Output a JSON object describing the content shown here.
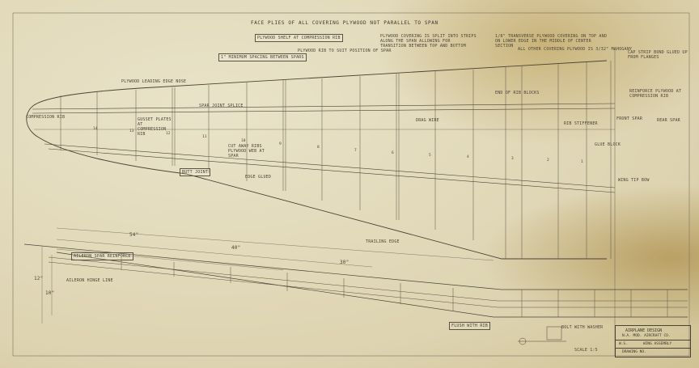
{
  "sheet_title": "FACE PLIES OF ALL COVERING PLYWOOD NOT PARALLEL TO SPAN",
  "notes": {
    "plywood_shelf": "PLYWOOD SHELF AT COMPRESSION RIB",
    "gap_note": "1\" MINIMUM SPACING BETWEEN SPARS",
    "plywood_rib": "PLYWOOD RIB TO SUIT POSITION OF SPAR",
    "covering_note": "PLYWOOD COVERING IS SPLIT INTO STRIPS ALONG THE SPAN ALLOWING FOR TRANSITION BETWEEN TOP AND BOTTOM",
    "transverse_note": "1/8\" TRANSVERSE PLYWOOD COVERING ON TOP AND ON LOWER EDGE IN THE MIDDLE OF CENTER SECTION",
    "all_other": "ALL OTHER COVERING PLYWOOD IS 3/32\" MAHOGANY",
    "leading_edge": "PLYWOOD LEADING EDGE NOSE",
    "cap_strip": "CAP STRIP BOND GLUED UP FROM FLANGES",
    "reinforce": "REINFORCE PLYWOOD AT COMPRESSION RIB",
    "compression_rib": "COMPRESSION RIB",
    "spar_joint": "SPAR JOINT SPLICE",
    "front_spar": "FRONT SPAR",
    "rear_spar": "REAR SPAR",
    "gusset": "GUSSET PLATES AT COMPRESSION RIB",
    "gusset2": "CUT AWAY RIBS PLYWOOD WEB AT SPAR",
    "drag_wire": "DRAG WIRE",
    "butt_joint": "BUTT JOINT",
    "edge_glue": "EDGE GLUED",
    "wing_tip": "WING TIP BOW",
    "trailing_edge": "TRAILING EDGE",
    "aileron_note": "AILERON SPAR REINFORCE",
    "aileron_hinge": "AILERON HINGE LINE",
    "flush_rivet": "FLUSH WITH RIB",
    "bolt_note": "BOLT WITH WASHER",
    "end_note": "END OF RIB BLOCKS",
    "rib_stiffener": "RIB STIFFENER",
    "glue_block": "GLUE BLOCK",
    "scale_note": "SCALE 1:5"
  },
  "dimensions": {
    "d1": "54\"",
    "d2": "40\"",
    "d3": "30\"",
    "d4": "12\"",
    "d5": "10\""
  },
  "rib_numbers": [
    "14",
    "13",
    "12",
    "11",
    "10",
    "9",
    "8",
    "7",
    "6",
    "5",
    "4",
    "3",
    "2",
    "1"
  ],
  "title_block": {
    "line1": "AIRPLANE DESIGN",
    "line2": "N.A. MOD. AIRCRAFT CO.",
    "label_a": "W.S.",
    "label_b": "WING ASSEMBLY",
    "line5": "DRAWING NO."
  },
  "colors": {
    "ink": "#4b4436",
    "paper": "#e5dec3",
    "stain": "#c9b37a"
  }
}
